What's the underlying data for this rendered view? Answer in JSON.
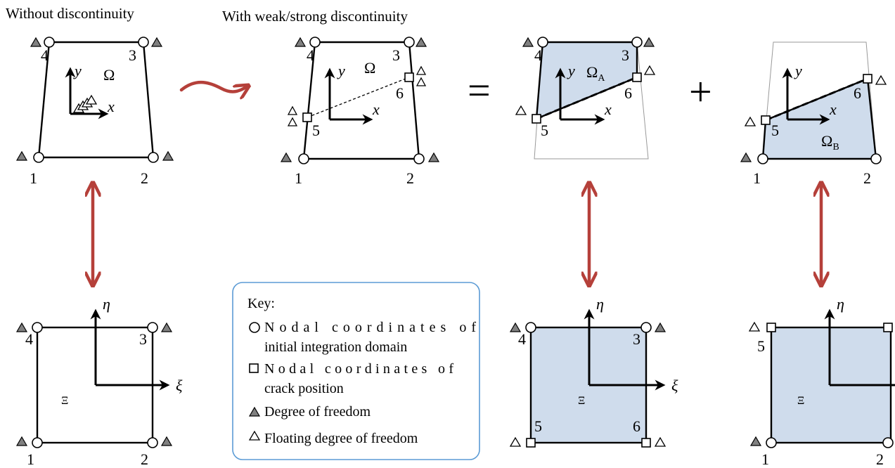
{
  "headers": {
    "without": "Without discontinuity",
    "with": "With weak/strong discontinuity"
  },
  "nodes": {
    "n1": "1",
    "n2": "2",
    "n3": "3",
    "n4": "4",
    "n5": "5",
    "n6": "6"
  },
  "domains": {
    "omega": "Ω",
    "omega_a": "Ω",
    "omega_a_sub": "A",
    "omega_b": "Ω",
    "omega_b_sub": "B",
    "xi_domain": "Ξ"
  },
  "axes": {
    "x": "x",
    "y": "y",
    "xi": "ξ",
    "eta": "η"
  },
  "operators": {
    "equals": "=",
    "plus": "+"
  },
  "key": {
    "title": "Key:",
    "item_circle_line1": "Nodal coordinates of",
    "item_circle_line2": "initial integration domain",
    "item_square_line1": "Nodal coordinates of",
    "item_square_line2": "crack position",
    "item_dof": "Degree of freedom",
    "item_floating": "Floating degree of freedom"
  },
  "colors": {
    "fill": "#cfdcec",
    "arrow": "#b5403a",
    "key_border": "#5b9bd5",
    "dof": "#808080"
  }
}
